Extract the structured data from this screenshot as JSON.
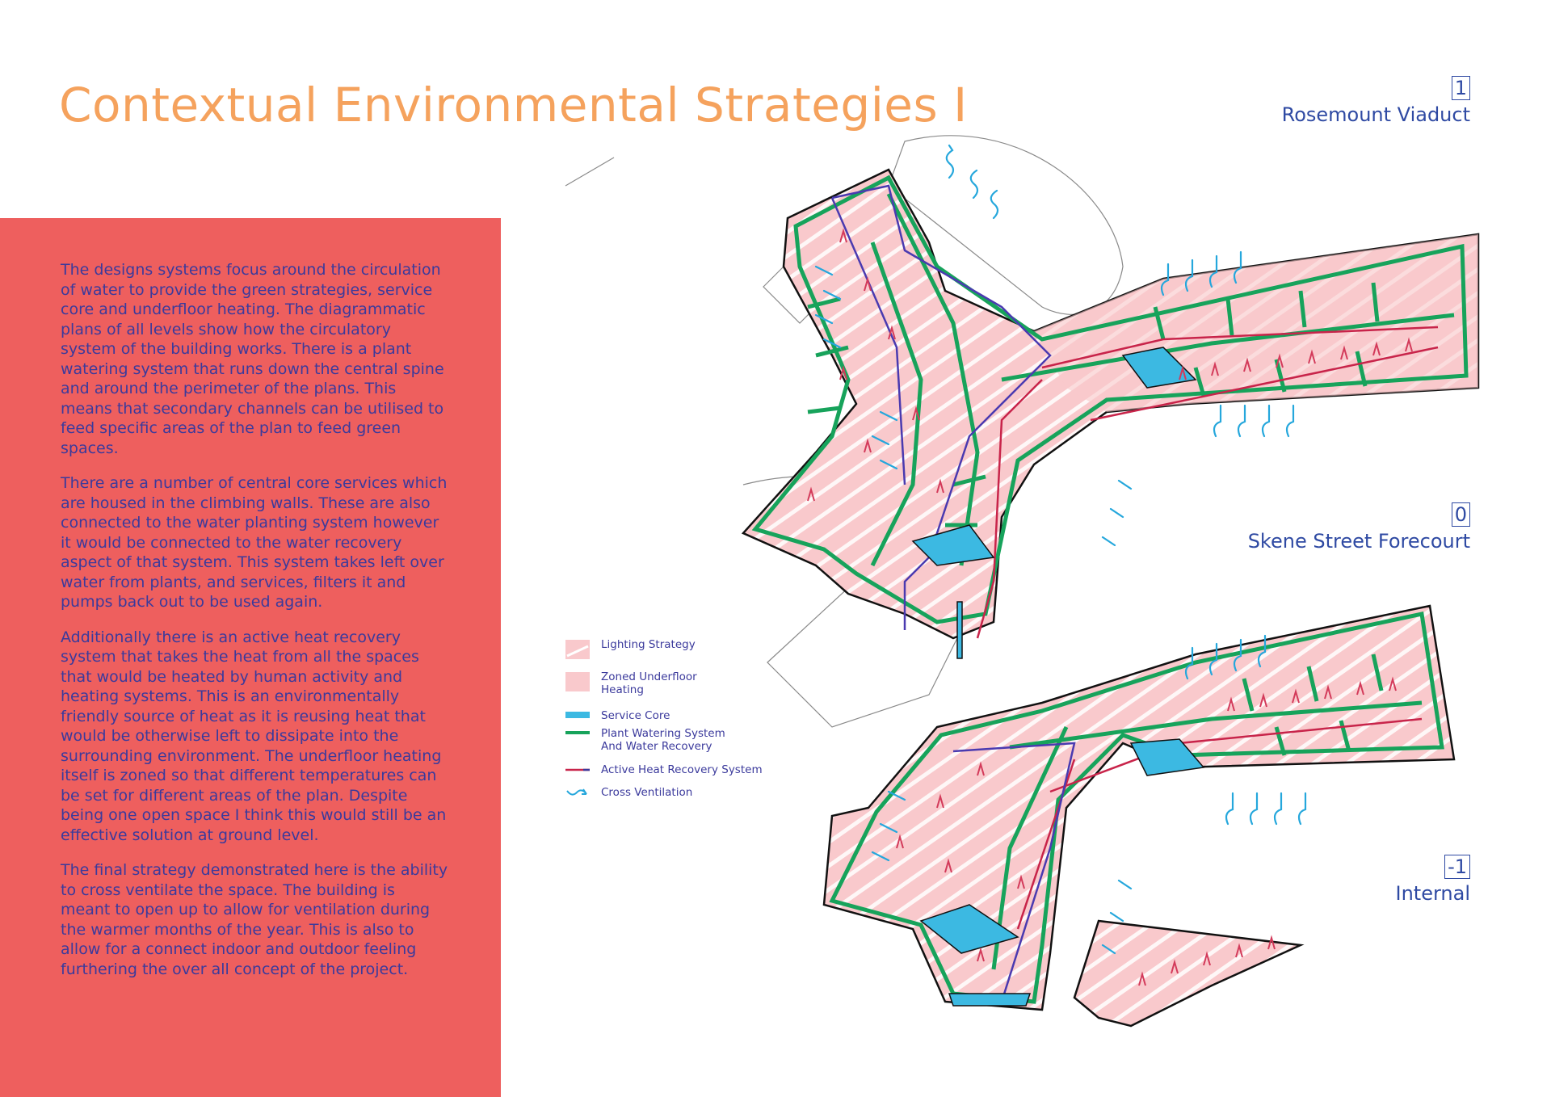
{
  "title": "Contextual Environmental Strategies I",
  "paragraphs": [
    "The designs systems focus around the circulation of water to provide the green strategies, service core and underfloor heating. The diagrammatic plans of all levels show how the circulatory system of the building works. There is a plant watering system that runs down the central spine and around the perimeter of the plans. This means that secondary channels can be utilised to feed specific areas of the plan to feed green spaces.",
    "There are a number of central core services which are housed in the climbing walls. These are also connected to the water planting system however it would be connected to the water recovery aspect of that system. This system takes left over water from plants, and services, filters it and pumps back out to be used again.",
    "Additionally there is an active heat recovery system that takes the heat from all the spaces that would be heated by human activity and heating systems. This is an environmentally friendly source of heat as it is reusing heat that would be otherwise left to dissipate into the surrounding environment. The underfloor heating itself is zoned so that different temperatures can be set for different areas of the plan. Despite being one open space I think this would still be an effective solution at ground level.",
    "The final strategy demonstrated here is the ability to cross ventilate the space. The building is meant to open up to allow for ventilation during the warmer months of the year. This is also to allow for a connect indoor and outdoor feeling furthering the over all concept of the project."
  ],
  "levels": [
    {
      "num": "1",
      "name": "Rosemount Viaduct"
    },
    {
      "num": "0",
      "name": "Skene Street Forecourt"
    },
    {
      "num": "-1",
      "name": "Internal"
    }
  ],
  "legend": [
    {
      "label": "Lighting Strategy",
      "icon": "lighting-swatch"
    },
    {
      "label": "Zoned Underfloor Heating",
      "icon": "heating-swatch"
    },
    {
      "label": "Service Core",
      "icon": "service-core-line"
    },
    {
      "label": "Plant Watering System And Water Recovery",
      "icon": "watering-line"
    },
    {
      "label": "Active Heat Recovery System",
      "icon": "heat-recovery-line"
    },
    {
      "label": "Cross Ventilation",
      "icon": "ventilation-arrow"
    }
  ],
  "colors": {
    "title": "#f5a25d",
    "panel": "#ee5f5e",
    "text": "#3b3a9c",
    "heading_blue": "#2f4aa3",
    "heating_pink": "#f9c9cc",
    "service_core": "#3cb9e2",
    "watering_green": "#17a35b",
    "heat_recovery_red": "#c8244a",
    "ventilation": "#25a7dc"
  }
}
